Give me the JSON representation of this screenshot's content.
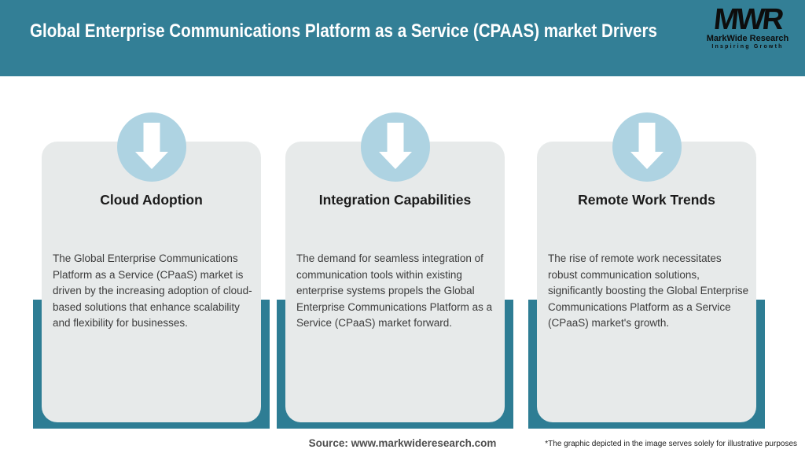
{
  "header": {
    "title": "Global Enterprise Communications Platform as a Service (CPAAS) market Drivers",
    "logo": {
      "acronym": "MWR",
      "name": "MarkWide Research",
      "tagline": "Inspiring Growth"
    }
  },
  "cards": [
    {
      "title": "Cloud Adoption",
      "description": "The Global Enterprise Communications Platform as a Service (CPaaS) market is driven by the increasing adoption of cloud-based solutions that enhance scalability and flexibility for businesses."
    },
    {
      "title": "Integration Capabilities",
      "description": "The demand for seamless integration of communication tools within existing enterprise systems propels the Global Enterprise Communications Platform as a Service (CPaaS) market forward."
    },
    {
      "title": "Remote Work Trends",
      "description": "The rise of remote work necessitates robust communication solutions, significantly boosting the Global Enterprise Communications Platform as a Service (CPaaS) market's growth."
    }
  ],
  "footer": {
    "source": "Source: www.markwideresearch.com",
    "disclaimer": "*The graphic depicted in the image serves solely for illustrative purposes"
  },
  "colors": {
    "header_teal": "#337f96",
    "band_teal": "#2e7d94",
    "circle_blue": "#aed3e2",
    "card_gray": "#e7eaea",
    "title_white": "#ffffff",
    "body_text": "#3c3c3c"
  },
  "icons": {
    "card_icon": "down-arrow-icon"
  }
}
